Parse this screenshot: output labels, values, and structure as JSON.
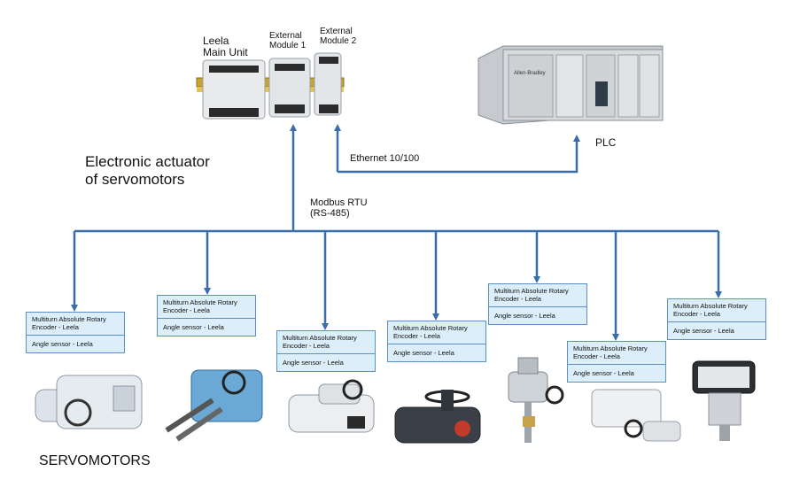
{
  "diagram": {
    "title_line1": "Electronic actuator",
    "title_line2": "of servomotors",
    "main_unit_line1": "Leela",
    "main_unit_line2": "Main Unit",
    "module1_line1": "External",
    "module1_line2": "Module 1",
    "module2_line1": "External",
    "module2_line2": "Module 2",
    "plc_label": "PLC",
    "plc_brand": "Allen-Bradley",
    "ethernet_label": "Ethernet 10/100",
    "modbus_line1": "Modbus RTU",
    "modbus_line2": "(RS-485)",
    "servomotors_label": "SERVOMOTORS",
    "line_color": "#3a6ea8"
  },
  "devices": [
    {
      "encoder": "Multiturn Absolute Rotary Encoder - Leela",
      "sensor": "Angle sensor - Leela"
    },
    {
      "encoder": "Multiturn Absolute Rotary Encoder - Leela",
      "sensor": "Angle sensor - Leela"
    },
    {
      "encoder": "Multiturn Absolute Rotary Encoder - Leela",
      "sensor": "Angle sensor - Leela"
    },
    {
      "encoder": "Multiturn Absolute Rotary Encoder - Leela",
      "sensor": "Angle sensor - Leela"
    },
    {
      "encoder": "Multiturn Absolute Rotary Encoder - Leela",
      "sensor": "Angle sensor - Leela"
    },
    {
      "encoder": "Multiturn Absolute Rotary Encoder - Leela",
      "sensor": "Angle sensor - Leela"
    },
    {
      "encoder": "Multiturn Absolute Rotary Encoder - Leela",
      "sensor": "Angle sensor - Leela"
    }
  ]
}
